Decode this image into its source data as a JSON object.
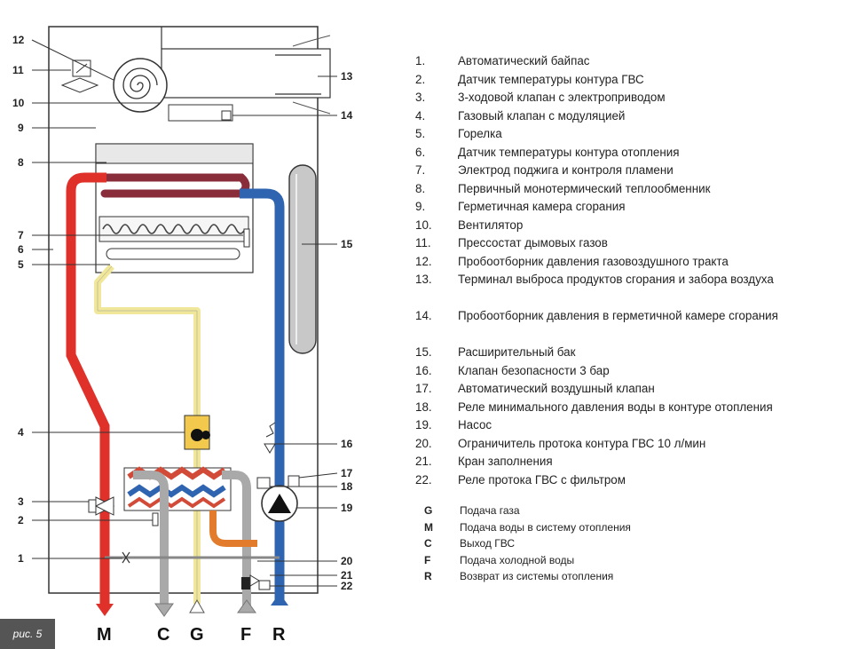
{
  "legend": [
    {
      "num": "1.",
      "text": "Автоматический байпас"
    },
    {
      "num": "2.",
      "text": "Датчик температуры контура ГВС"
    },
    {
      "num": "3.",
      "text": "3-ходовой клапан с электроприводом"
    },
    {
      "num": "4.",
      "text": "Газовый клапан с модуляцией"
    },
    {
      "num": "5.",
      "text": "Горелка"
    },
    {
      "num": "6.",
      "text": "Датчик температуры контура отопления"
    },
    {
      "num": "7.",
      "text": "Электрод поджига и контроля пламени"
    },
    {
      "num": "8.",
      "text": "Первичный монотермический теплообменник"
    },
    {
      "num": "9.",
      "text": "Герметичная камера сгорания"
    },
    {
      "num": "10.",
      "text": "Вентилятор"
    },
    {
      "num": "11.",
      "text": "Прессостат дымовых газов"
    },
    {
      "num": "12.",
      "text": "Пробоотборник давления газовоздушного тракта"
    },
    {
      "num": "13.",
      "text": "Терминал выброса продуктов сгорания и забора воздуха"
    },
    {
      "num": "14.",
      "text": "Пробоотборник давления в герметичной камере сгорания"
    },
    {
      "num": "15.",
      "text": "Расширительный бак"
    },
    {
      "num": "16.",
      "text": "Клапан безопасности 3 бар"
    },
    {
      "num": "17.",
      "text": "Автоматический воздушный клапан"
    },
    {
      "num": "18.",
      "text": "Реле минимального давления воды в контуре отопления"
    },
    {
      "num": "19.",
      "text": "Насос"
    },
    {
      "num": "20.",
      "text": "Ограничитель протока контура ГВС 10 л/мин"
    },
    {
      "num": "21.",
      "text": "Кран заполнения"
    },
    {
      "num": "22.",
      "text": "Реле протока ГВС с фильтром"
    }
  ],
  "abbreviations": [
    {
      "key": "G",
      "text": "Подача газа"
    },
    {
      "key": "M",
      "text": "Подача воды в систему отопления"
    },
    {
      "key": "C",
      "text": "Выход ГВС"
    },
    {
      "key": "F",
      "text": "Подача холодной воды"
    },
    {
      "key": "R",
      "text": "Возврат из системы отопления"
    }
  ],
  "callouts": {
    "n1": "1",
    "n2": "2",
    "n3": "3",
    "n4": "4",
    "n5": "5",
    "n6": "6",
    "n7": "7",
    "n8": "8",
    "n9": "9",
    "n10": "10",
    "n11": "11",
    "n12": "12",
    "n13": "13",
    "n14": "14",
    "n15": "15",
    "n16": "16",
    "n17": "17",
    "n18": "18",
    "n19": "19",
    "n20": "20",
    "n21": "21",
    "n22": "22"
  },
  "connections": {
    "M": "M",
    "C": "C",
    "G": "G",
    "F": "F",
    "R": "R"
  },
  "figure_label": "рис. 5",
  "colors": {
    "heating_flow": "#e0302a",
    "heating_return": "#2f64b0",
    "gas": "#f1e79a",
    "dhw_hot": "#a9a9a9",
    "cold_water": "#e27b2b"
  }
}
